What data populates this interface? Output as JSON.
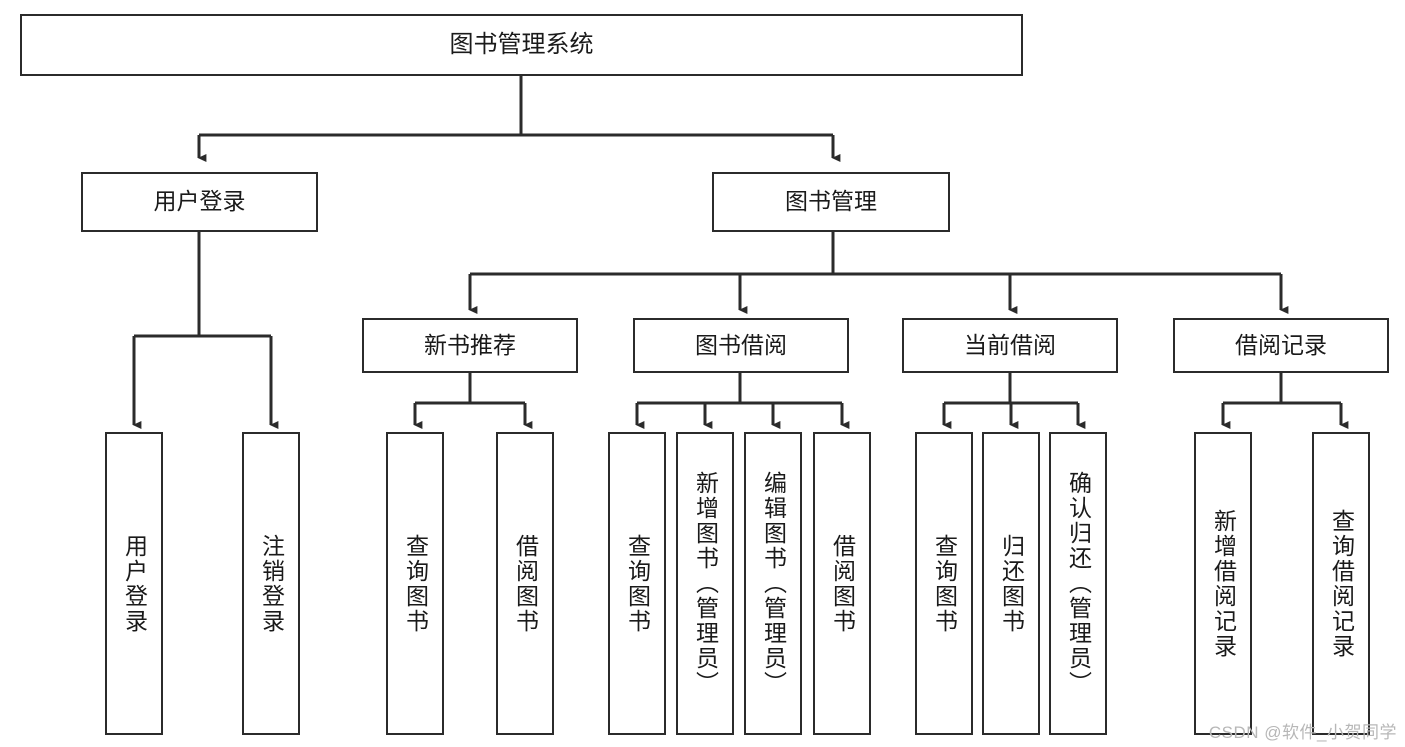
{
  "diagram": {
    "title": "图书管理系统",
    "type": "hierarchy-tree",
    "watermark": "CSDN @软件_小贺同学",
    "colors": {
      "box_border": "#2b2b2b",
      "box_fill": "#ffffff",
      "connector": "#2b2b2b",
      "text": "#1a1a1a",
      "watermark": "#b7b7b7"
    },
    "nodes": {
      "root": {
        "label": "图书管理系统",
        "level": 1,
        "orientation": "horizontal"
      },
      "l2_user_login": {
        "label": "用户登录",
        "level": 2,
        "orientation": "horizontal"
      },
      "l2_book_manage": {
        "label": "图书管理",
        "level": 2,
        "orientation": "horizontal"
      },
      "l3_new_book_rec": {
        "label": "新书推荐",
        "level": 3,
        "orientation": "horizontal"
      },
      "l3_book_borrow": {
        "label": "图书借阅",
        "level": 3,
        "orientation": "horizontal"
      },
      "l3_current_borrow": {
        "label": "当前借阅",
        "level": 3,
        "orientation": "horizontal"
      },
      "l3_borrow_record": {
        "label": "借阅记录",
        "level": 3,
        "orientation": "horizontal"
      },
      "leaf_user_login": {
        "label": "用户登录",
        "level": 4,
        "orientation": "vertical"
      },
      "leaf_logout": {
        "label": "注销登录",
        "level": 4,
        "orientation": "vertical"
      },
      "leaf_rec_query_book": {
        "label": "查询图书",
        "level": 4,
        "orientation": "vertical"
      },
      "leaf_rec_borrow_book": {
        "label": "借阅图书",
        "level": 4,
        "orientation": "vertical"
      },
      "leaf_borrow_query_book": {
        "label": "查询图书",
        "level": 4,
        "orientation": "vertical"
      },
      "leaf_add_book_admin": {
        "label": "新增图书（管理员）",
        "level": 4,
        "orientation": "vertical"
      },
      "leaf_edit_book_admin": {
        "label": "编辑图书（管理员）",
        "level": 4,
        "orientation": "vertical"
      },
      "leaf_borrow_book": {
        "label": "借阅图书",
        "level": 4,
        "orientation": "vertical"
      },
      "leaf_cur_query_book": {
        "label": "查询图书",
        "level": 4,
        "orientation": "vertical"
      },
      "leaf_return_book": {
        "label": "归还图书",
        "level": 4,
        "orientation": "vertical"
      },
      "leaf_confirm_return_admin": {
        "label": "确认归还（管理员）",
        "level": 4,
        "orientation": "vertical"
      },
      "leaf_add_borrow_record": {
        "label": "新增借阅记录",
        "level": 4,
        "orientation": "vertical"
      },
      "leaf_query_borrow_record": {
        "label": "查询借阅记录",
        "level": 4,
        "orientation": "vertical"
      }
    },
    "edges": [
      {
        "from": "root",
        "to": "l2_user_login"
      },
      {
        "from": "root",
        "to": "l2_book_manage"
      },
      {
        "from": "l2_user_login",
        "to": "leaf_user_login"
      },
      {
        "from": "l2_user_login",
        "to": "leaf_logout"
      },
      {
        "from": "l2_book_manage",
        "to": "l3_new_book_rec"
      },
      {
        "from": "l2_book_manage",
        "to": "l3_book_borrow"
      },
      {
        "from": "l2_book_manage",
        "to": "l3_current_borrow"
      },
      {
        "from": "l2_book_manage",
        "to": "l3_borrow_record"
      },
      {
        "from": "l3_new_book_rec",
        "to": "leaf_rec_query_book"
      },
      {
        "from": "l3_new_book_rec",
        "to": "leaf_rec_borrow_book"
      },
      {
        "from": "l3_book_borrow",
        "to": "leaf_borrow_query_book"
      },
      {
        "from": "l3_book_borrow",
        "to": "leaf_add_book_admin"
      },
      {
        "from": "l3_book_borrow",
        "to": "leaf_edit_book_admin"
      },
      {
        "from": "l3_book_borrow",
        "to": "leaf_borrow_book"
      },
      {
        "from": "l3_current_borrow",
        "to": "leaf_cur_query_book"
      },
      {
        "from": "l3_current_borrow",
        "to": "leaf_return_book"
      },
      {
        "from": "l3_current_borrow",
        "to": "leaf_confirm_return_admin"
      },
      {
        "from": "l3_borrow_record",
        "to": "leaf_add_borrow_record"
      },
      {
        "from": "l3_borrow_record",
        "to": "leaf_query_borrow_record"
      }
    ]
  }
}
